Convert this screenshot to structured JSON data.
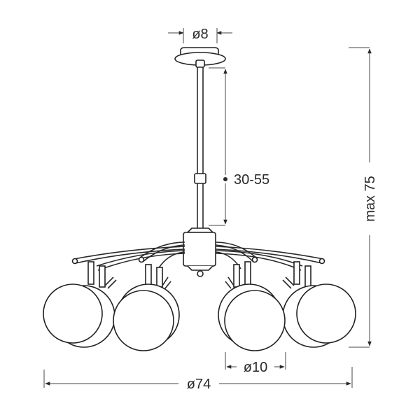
{
  "diagram": {
    "subject": "Pendant chandelier with 8 glass globe shades",
    "background": "#ffffff",
    "line_color": "#2a2a2a",
    "dimensions": {
      "canopy_diameter": {
        "label": "ø8",
        "value": 8,
        "unit": "cm"
      },
      "rod_length": {
        "label": "30-55",
        "min": 30,
        "max": 55,
        "unit": "cm"
      },
      "total_height": {
        "label": "max 75",
        "value": 75,
        "unit": "cm"
      },
      "globe_diameter": {
        "label": "ø10",
        "value": 10,
        "unit": "cm"
      },
      "total_diameter": {
        "label": "ø74",
        "value": 74,
        "unit": "cm"
      }
    },
    "parts": [
      "canopy",
      "rod",
      "rod-coupling",
      "central-body",
      "curved-arms",
      "lamp-holders",
      "globe-shades"
    ],
    "globe_count": 8
  }
}
